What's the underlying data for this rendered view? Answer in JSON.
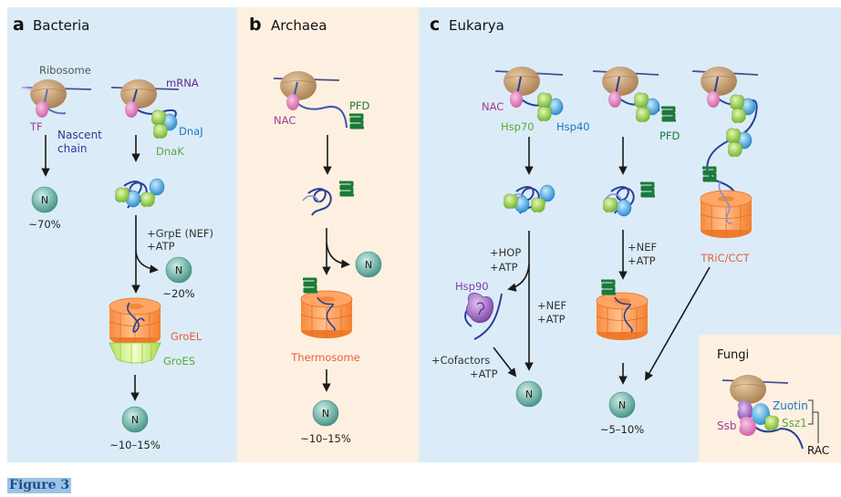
{
  "panels": {
    "a": {
      "letter": "a",
      "title": "Bacteria"
    },
    "b": {
      "letter": "b",
      "title": "Archaea"
    },
    "c": {
      "letter": "c",
      "title": "Eukarya"
    }
  },
  "colors": {
    "bg_blue": "#dbecf8",
    "bg_peach": "#fdf0e0",
    "ribosome": "#b88a5e",
    "tf_pink": "#e075b8",
    "chain_blue": "#2a3f99",
    "hsp70_green": "#8cc63f",
    "hsp40_blue": "#2e9ed8",
    "pfd_green": "#1a7a3a",
    "chaperonin_orange": "#f7934a",
    "groes_green": "#c9eb7a",
    "native_teal": "#4a9e90",
    "hsp90_purple": "#8a4fb0",
    "label_orange": "#e5603a",
    "label_purple": "#a23a97",
    "label_navy": "#2b3a8f",
    "label_green": "#5aa83a",
    "label_blue": "#1d76c0"
  },
  "labels": {
    "a": {
      "ribosome": "Ribosome",
      "mrna": "mRNA",
      "tf": "TF",
      "nascent1": "Nascent",
      "nascent2": "chain",
      "dnaj": "DnaJ",
      "dnak": "DnaK",
      "yield_direct": "~70%",
      "grpe": "+GrpE (NEF)",
      "atp": "+ATP",
      "yield_dnak": "~20%",
      "groel": "GroEL",
      "groes": "GroES",
      "yield_groel": "~10–15%",
      "native": "N"
    },
    "b": {
      "nac": "NAC",
      "pfd": "PFD",
      "thermosome": "Thermosome",
      "yield": "~10–15%",
      "native": "N"
    },
    "c": {
      "nac": "NAC",
      "hsp70": "Hsp70",
      "hsp40": "Hsp40",
      "pfd": "PFD",
      "hop": "+HOP",
      "atp1": "+ATP",
      "hsp90": "Hsp90",
      "nef1": "+NEF",
      "atp2": "+ATP",
      "cofactors": "+Cofactors",
      "atp3": "+ATP",
      "nef2": "+NEF",
      "atp4": "+ATP",
      "tric": "TRiC/CCT",
      "yield": "~5–10%",
      "native": "N"
    },
    "fungi": {
      "title": "Fungi",
      "zuotin": "Zuotin",
      "ssz1": "Ssz1",
      "ssb": "Ssb",
      "rac": "RAC"
    }
  },
  "caption": "Figure 3"
}
